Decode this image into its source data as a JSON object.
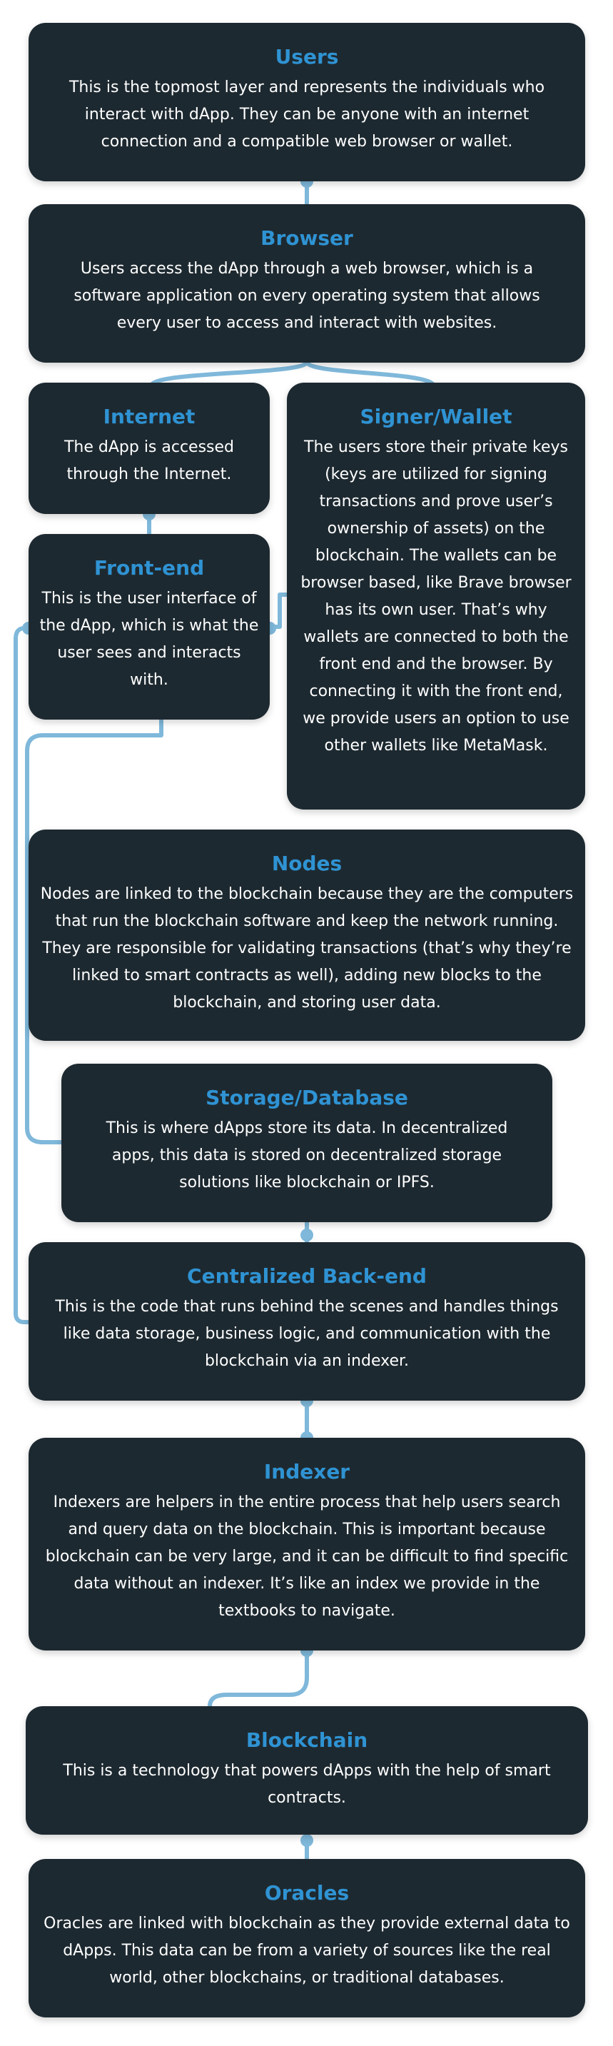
{
  "colors": {
    "box_background": "#1d2930",
    "title": "#2f93d3",
    "text": "#ffffff",
    "connector": "#7fb8da",
    "page_background": "#ffffff"
  },
  "boxes": {
    "users": {
      "title": "Users",
      "desc": "This is the topmost layer and represents the individuals who interact with dApp. They can be anyone with an internet connection and a compatible web browser or wallet."
    },
    "browser": {
      "title": "Browser",
      "desc": "Users access the dApp through a web browser, which is a software application on every operating system that allows every user to access and interact with websites."
    },
    "internet": {
      "title": "Internet",
      "desc": "The dApp is accessed through the Internet."
    },
    "signer": {
      "title": "Signer/Wallet",
      "desc": "The users store their private keys (keys are utilized for signing transactions and prove user’s ownership of assets) on the blockchain. The wallets can be browser based, like Brave browser has its own user. That’s why wallets are connected to both the front end and the browser. By connecting it with the front end, we provide users an option to use other wallets like MetaMask."
    },
    "frontend": {
      "title": "Front-end",
      "desc": "This is the user interface of the dApp, which is what the user sees and interacts with."
    },
    "nodes": {
      "title": "Nodes",
      "desc": "Nodes are linked to the blockchain because they are the computers that run the blockchain software and keep the network running. They are responsible for validating transactions (that’s why they’re linked to smart contracts as well), adding new blocks to the blockchain, and storing user data."
    },
    "storage": {
      "title": "Storage/Database",
      "desc": "This is where dApps store its data. In decentralized apps, this data is stored on decentralized storage solutions like blockchain or IPFS."
    },
    "centralized": {
      "title": "Centralized Back-end",
      "desc": "This is the code that runs behind the scenes and handles things like data storage, business logic, and communication with the blockchain via an indexer."
    },
    "indexer": {
      "title": "Indexer",
      "desc": "Indexers are helpers in the entire process that help users search and query data on the blockchain. This is important because blockchain can be very large, and it can be difficult to find specific data without an indexer. It’s like an index we provide in the textbooks to navigate."
    },
    "blockchain": {
      "title": "Blockchain",
      "desc": "This is a technology that powers dApps with the help of smart contracts."
    },
    "oracles": {
      "title": "Oracles",
      "desc": "Oracles are linked with blockchain as they provide external data to dApps. This data can be from a variety of sources like the real world, other blockchains, or traditional databases."
    }
  }
}
